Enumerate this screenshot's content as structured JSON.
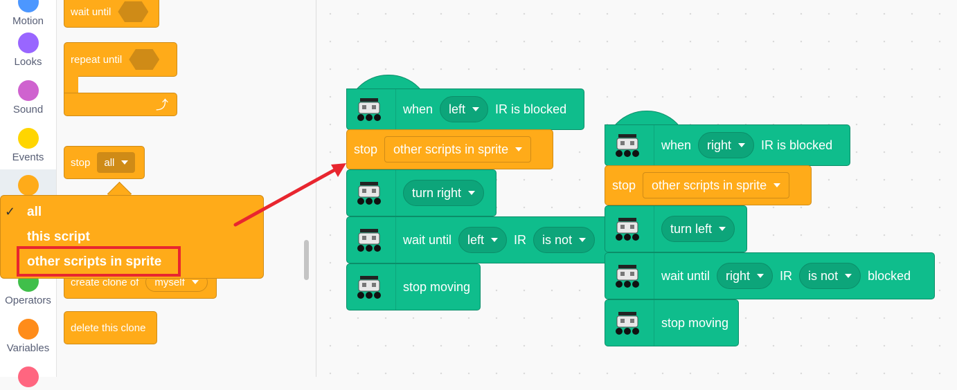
{
  "categories": [
    {
      "label": "Motion",
      "color": "#4c97ff"
    },
    {
      "label": "Looks",
      "color": "#9966ff"
    },
    {
      "label": "Sound",
      "color": "#cf63cf"
    },
    {
      "label": "Events",
      "color": "#ffd500"
    },
    {
      "label": "",
      "color": "#ffab19"
    },
    {
      "label": "Operators",
      "color": "#40bf4a"
    },
    {
      "label": "Variables",
      "color": "#ff8c1a"
    },
    {
      "label": "",
      "color": "#ff6680"
    }
  ],
  "palette": {
    "wait_until": "wait until",
    "repeat_until": "repeat until",
    "stop": "stop",
    "stop_value": "all",
    "create_clone": "create clone of",
    "create_clone_value": "myself",
    "delete_clone": "delete this clone"
  },
  "dropdown_menu": {
    "checkmark": "✓",
    "options": [
      "all",
      "this script",
      "other scripts in sprite"
    ],
    "selected": "all",
    "highlighted": "other scripts in sprite"
  },
  "script1": {
    "when": "when",
    "side": "left",
    "ir_blocked": "IR is blocked",
    "stop": "stop",
    "stop_option": "other scripts in sprite",
    "turn": "turn right",
    "wait_until": "wait until",
    "wait_side": "left",
    "ir": "IR",
    "is_not": "is not",
    "stop_moving": "stop moving"
  },
  "script2": {
    "when": "when",
    "side": "right",
    "ir_blocked": "IR is blocked",
    "stop": "stop",
    "stop_option": "other scripts in sprite",
    "turn": "turn left",
    "wait_until": "wait until",
    "wait_side": "right",
    "ir": "IR",
    "is_not": "is not",
    "blocked": "blocked",
    "stop_moving": "stop moving"
  },
  "colors": {
    "control": "#ffab19",
    "extension": "#0fbd8c",
    "annotation": "#e8262f"
  }
}
